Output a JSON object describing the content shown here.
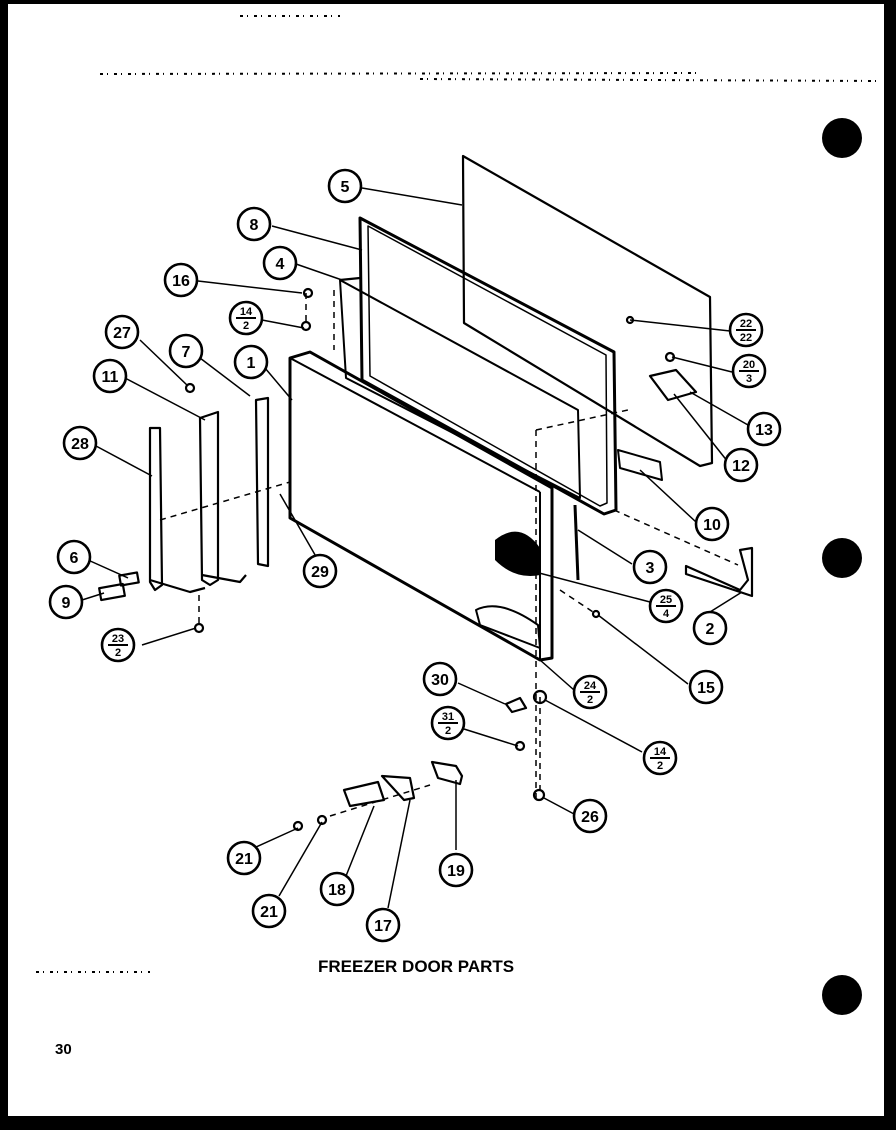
{
  "caption": "FREEZER DOOR PARTS",
  "page_number": "30",
  "callouts": [
    {
      "id": "c5",
      "top": "5"
    },
    {
      "id": "c8",
      "top": "8"
    },
    {
      "id": "c4",
      "top": "4"
    },
    {
      "id": "c16",
      "top": "16"
    },
    {
      "id": "c14a",
      "top": "14",
      "bottom": "2"
    },
    {
      "id": "c27",
      "top": "27"
    },
    {
      "id": "c7",
      "top": "7"
    },
    {
      "id": "c1",
      "top": "1"
    },
    {
      "id": "c11",
      "top": "11"
    },
    {
      "id": "c28",
      "top": "28"
    },
    {
      "id": "c22",
      "top": "22",
      "bottom": "22"
    },
    {
      "id": "c20",
      "top": "20",
      "bottom": "3"
    },
    {
      "id": "c13",
      "top": "13"
    },
    {
      "id": "c12",
      "top": "12"
    },
    {
      "id": "c10",
      "top": "10"
    },
    {
      "id": "c29",
      "top": "29"
    },
    {
      "id": "c3",
      "top": "3"
    },
    {
      "id": "c6",
      "top": "6"
    },
    {
      "id": "c9",
      "top": "9"
    },
    {
      "id": "c25",
      "top": "25",
      "bottom": "4"
    },
    {
      "id": "c2",
      "top": "2"
    },
    {
      "id": "c23",
      "top": "23",
      "bottom": "2"
    },
    {
      "id": "c15",
      "top": "15"
    },
    {
      "id": "c30",
      "top": "30"
    },
    {
      "id": "c24",
      "top": "24",
      "bottom": "2"
    },
    {
      "id": "c31",
      "top": "31",
      "bottom": "2"
    },
    {
      "id": "c14b",
      "top": "14",
      "bottom": "2"
    },
    {
      "id": "c26",
      "top": "26"
    },
    {
      "id": "c21a",
      "top": "21"
    },
    {
      "id": "c21b",
      "top": "21"
    },
    {
      "id": "c18",
      "top": "18"
    },
    {
      "id": "c19",
      "top": "19"
    },
    {
      "id": "c17",
      "top": "17"
    }
  ]
}
